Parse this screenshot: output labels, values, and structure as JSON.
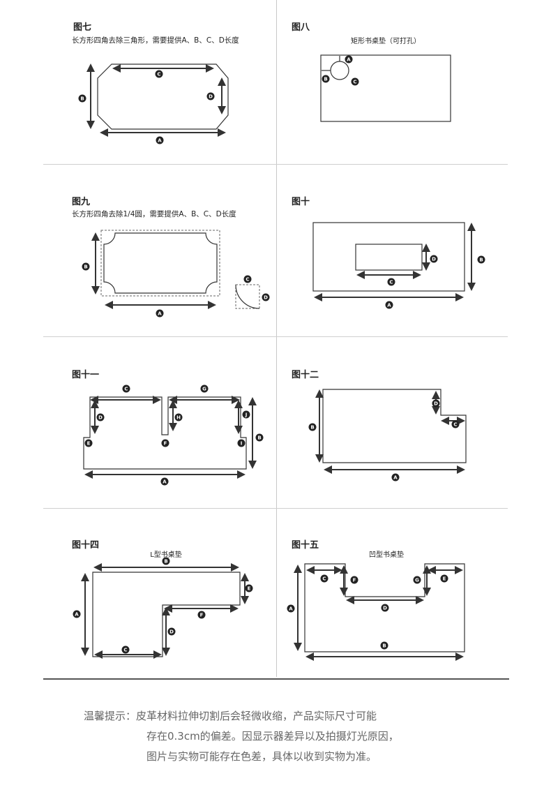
{
  "figures": {
    "fig7": {
      "title": "图七",
      "desc": "长方形四角去除三角形，需要提供A、B、C、D长度"
    },
    "fig8": {
      "title": "图八",
      "subtitle": "矩形书桌垫（可打孔）"
    },
    "fig9": {
      "title": "图九",
      "desc": "长方形四角去除1/4圆，需要提供A、B、C、D长度"
    },
    "fig10": {
      "title": "图十"
    },
    "fig11": {
      "title": "图十一"
    },
    "fig12": {
      "title": "图十二"
    },
    "fig14": {
      "title": "图十四",
      "subtitle": "L型书桌垫"
    },
    "fig15": {
      "title": "图十五",
      "subtitle": "凹型书桌垫"
    }
  },
  "labels": [
    "A",
    "B",
    "C",
    "D",
    "E",
    "F",
    "G",
    "H",
    "I",
    "J"
  ],
  "tip": {
    "line1": "温馨提示：皮革材料拉伸切割后会轻微收缩，产品实际尺寸可能",
    "line2": "存在0.3cm的偏差。因显示器差异以及拍摄灯光原因，",
    "line3": "图片与实物可能存在色差，具体以收到实物为准。"
  }
}
